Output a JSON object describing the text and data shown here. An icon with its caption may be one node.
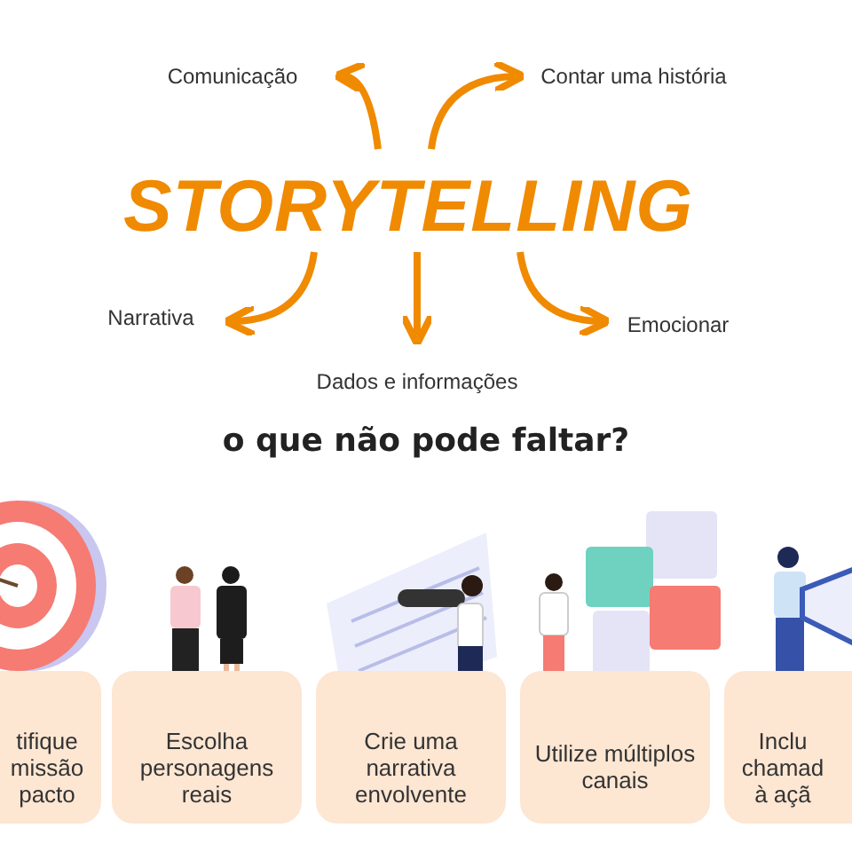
{
  "diagram": {
    "nodes": [
      {
        "text": [
          "STORYTELLING"
        ]
      },
      {
        "text": [
          "Comunicação"
        ]
      },
      {
        "text": [
          "Contar uma história"
        ]
      },
      {
        "text": [
          "Narrativa"
        ]
      },
      {
        "text": [
          "Emocionar"
        ]
      },
      {
        "text": [
          "Dados e informações"
        ]
      },
      {
        "text": [
          "tifique missão pacto"
        ]
      },
      {
        "text": [
          "Escolha personagens reais"
        ]
      },
      {
        "text": [
          "Crie uma narrativa envolvente"
        ]
      },
      {
        "text": [
          "Utilize múltiplos canais"
        ]
      },
      {
        "text": [
          "Inclu chamad à açã"
        ]
      }
    ],
    "edges": [
      {
        "from": 0,
        "to": 1,
        "arrow": "to"
      },
      {
        "from": 0,
        "to": 2,
        "arrow": "to"
      },
      {
        "from": 0,
        "to": 3,
        "arrow": "to"
      },
      {
        "from": 0,
        "to": 5,
        "arrow": "to"
      },
      {
        "from": 0,
        "to": 4,
        "arrow": "to"
      }
    ],
    "labels": [
      "o que não pode faltar?"
    ]
  }
}
